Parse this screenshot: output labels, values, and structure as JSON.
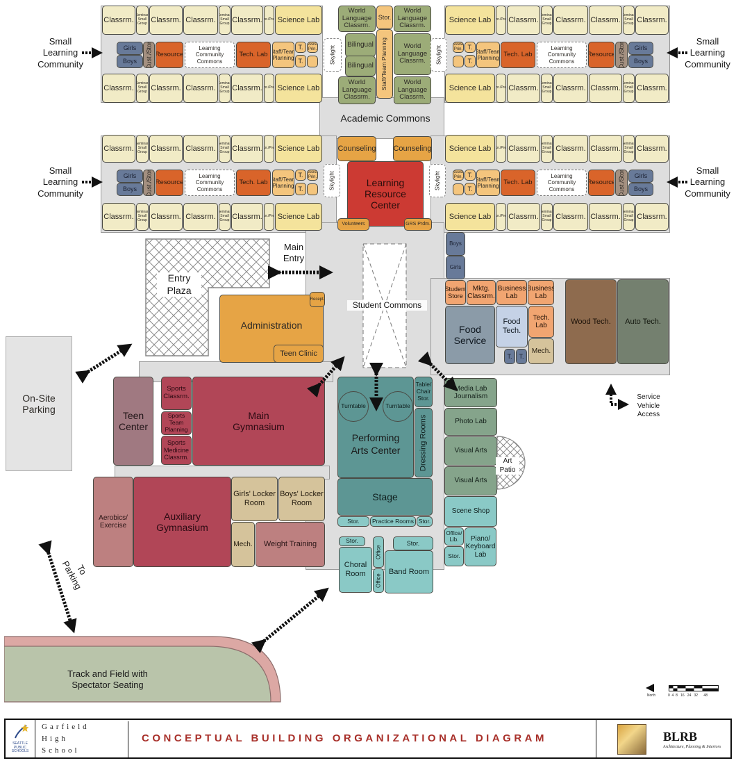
{
  "school": {
    "line1": "Garfield",
    "line2": "High",
    "line3": "School"
  },
  "district_logo": "SEATTLE PUBLIC SCHOOLS",
  "diagram_title": "CONCEPTUAL BUILDING ORGANIZATIONAL DIAGRAM",
  "firm": {
    "name": "BLRB",
    "tagline": "Architecture, Planning & Interiors"
  },
  "scale": {
    "north": "North",
    "ticks": "0  4  8   16   24   32      48"
  },
  "rooms": {
    "classroom": "Classrm.",
    "science_lab": "Science Lab",
    "seminar": "Seminar/ Small Group",
    "stor_prep": "Stor./Prep.",
    "girls": "Girls",
    "boys": "Boys",
    "cust_stor": "Cust./Stor.",
    "resource": "Resource",
    "lc_commons": "Learning Community Commons",
    "tech_lab": "Tech. Lab",
    "staff_team": "Staff/Team Planning",
    "t": "T.",
    "assist_prin": "Assist. Prin.",
    "skylight": "Skylight",
    "world_lang": "World Language Classrm.",
    "bilingual": "Bilingual",
    "stor": "Stor.",
    "staff_team_planning": "Staff/Team Planning",
    "academic_commons": "Academic Commons",
    "counseling": "Counseling",
    "lrc": "Learning Resource Center",
    "volunteers": "Volunteers",
    "grs_prod": "GRS Prdm.",
    "main_entry": "Main Entry",
    "entry_plaza": "Entry Plaza",
    "student_commons": "Student Commons",
    "administration": "Administration",
    "recept": "Recept.",
    "teen_clinic": "Teen Clinic",
    "boys_small": "Boys",
    "girls_small": "Girls",
    "student_store": "Student Store",
    "mktg": "Mktg. Classrm.",
    "business_lab": "Business Lab",
    "food_service": "Food Service",
    "food_tech": "Food Tech.",
    "tech_lab2": "Tech. Lab",
    "mech": "Mech.",
    "wood_tech": "Wood Tech.",
    "auto_tech": "Auto Tech.",
    "on_site_parking": "On-Site Parking",
    "teen_center": "Teen Center",
    "sports_classrm": "Sports Classrm.",
    "sports_team_planning": "Sports Team Planning",
    "sports_medicine": "Sports Medicine Classrm.",
    "main_gym": "Main Gymnasium",
    "turntable": "Turntable",
    "table_chair": "Table/ Chair Stor.",
    "pac": "Performing Arts Center",
    "dressing": "Dressing Rooms",
    "stage": "Stage",
    "practice_rooms": "Practice Rooms",
    "media_lab": "Media Lab Journalism",
    "photo_lab": "Photo Lab",
    "visual_arts": "Visual Arts",
    "art_patio": "Art Patio",
    "scene_shop": "Scene Shop",
    "office_lib": "Office/ Lib.",
    "piano_lab": "Piano/ Keyboard Lab",
    "aerobics": "Aerobics/ Exercise",
    "aux_gym": "Auxiliary Gymnasium",
    "girls_locker": "Girls' Locker Room",
    "boys_locker": "Boys' Locker Room",
    "weight_training": "Weight Training",
    "choral": "Choral Room",
    "office": "Office",
    "band": "Band Room",
    "to_parking": "To Parking",
    "track_field": "Track and Field with Spectator Seating",
    "service_access": "Service Vehicle Access",
    "slc": "Small Learning Community"
  }
}
